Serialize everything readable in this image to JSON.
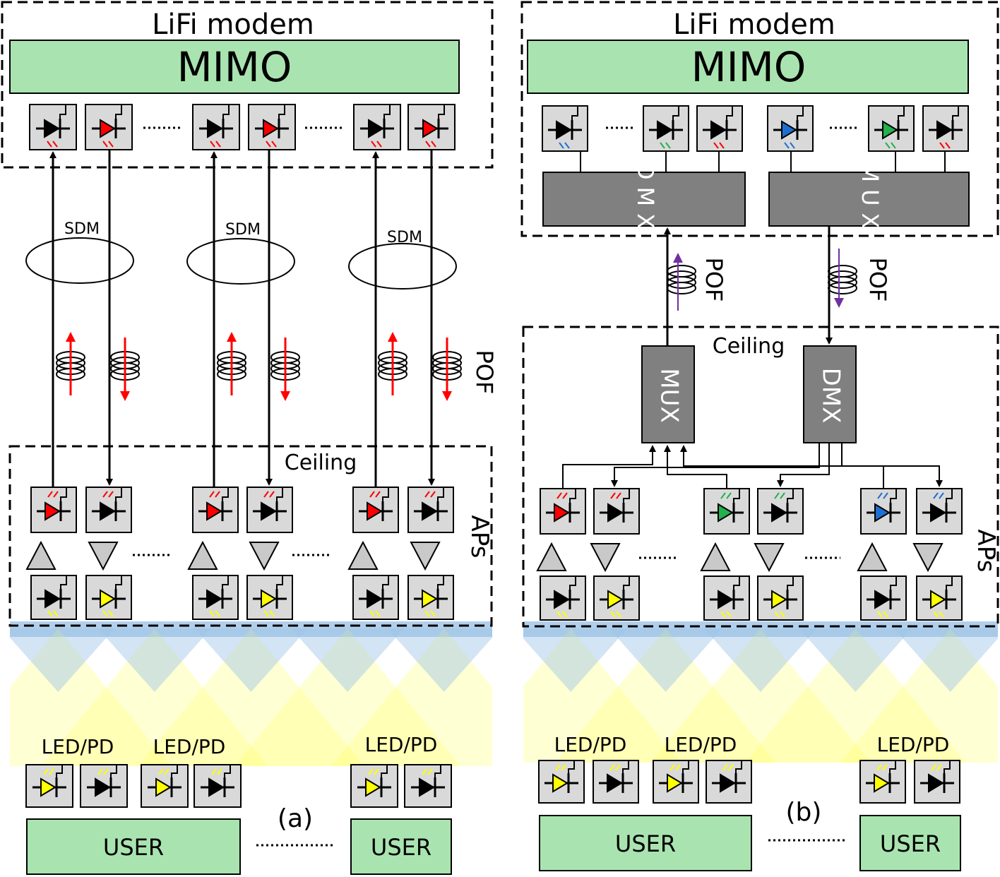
{
  "modem_title": "LiFi modem",
  "mimo_label": "MIMO",
  "sdm_label": "SDM",
  "pof_label": "POF",
  "ceiling_label": "Ceiling",
  "aps_label": "APs",
  "ledpd_label": "LED/PD",
  "user_label": "USER",
  "dmux_label": "DMX",
  "mux_label": "MUX",
  "panel_a_label": "(a)",
  "panel_b_label": "(b)",
  "colors": {
    "mimo_green": "#a9e4b0",
    "user_green": "#a9e4b0",
    "box_gray": "#d9d9d9",
    "dark_gray": "#808080",
    "red": "#ff0000",
    "yellow": "#ffff00",
    "green": "#22b14c",
    "blue": "#1f6fd1",
    "purple": "#7030a0"
  }
}
